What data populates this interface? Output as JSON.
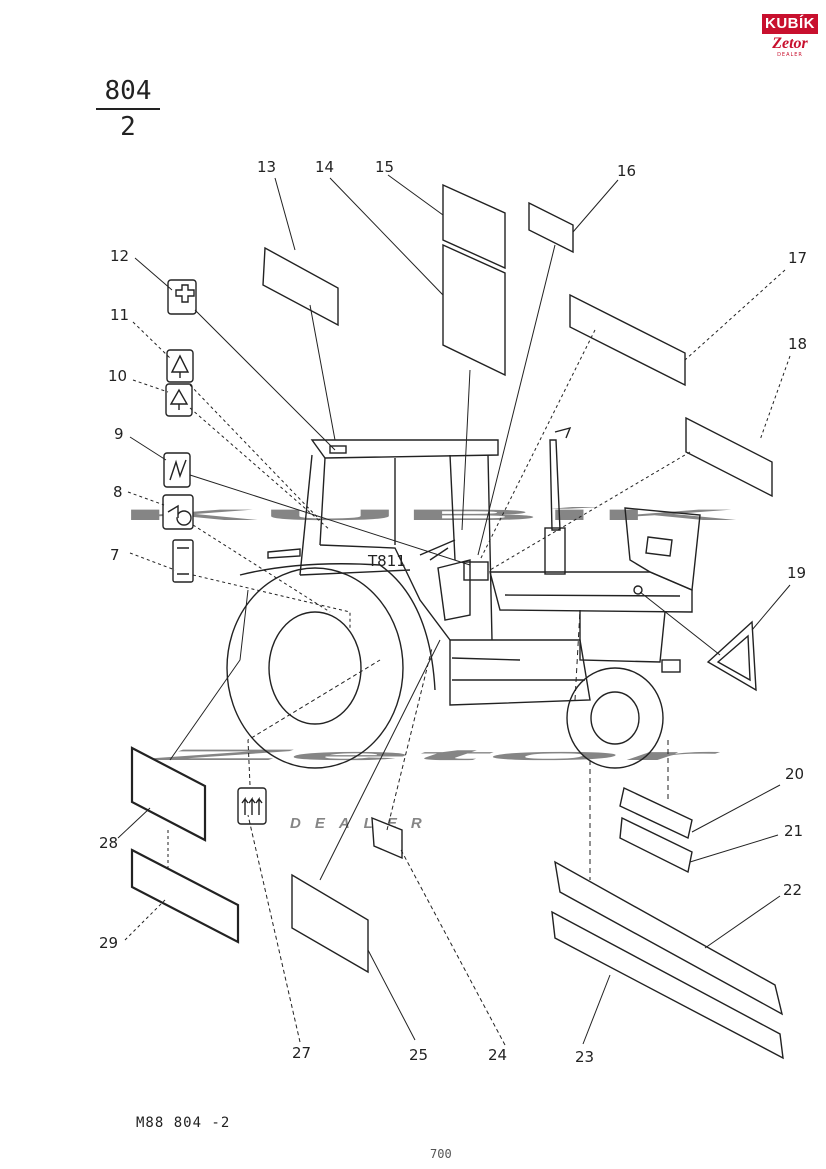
{
  "header": {
    "group_number": "804",
    "group_sub": "2"
  },
  "logo": {
    "brand_top": "KUBÍK",
    "brand_bottom": "Zetor",
    "brand_tag": "DEALER"
  },
  "watermark": {
    "word_top": "KUBÍK",
    "word_mid": "Zetor",
    "word_bottom": "DEALER"
  },
  "cab_marking": "T811",
  "callouts": [
    "7",
    "8",
    "9",
    "10",
    "11",
    "12",
    "13",
    "14",
    "15",
    "16",
    "17",
    "18",
    "19",
    "20",
    "21",
    "22",
    "23",
    "24",
    "25",
    "27",
    "28",
    "29"
  ],
  "footer": {
    "code": "M88  804 -2",
    "page": "700"
  },
  "colors": {
    "line": "#222222",
    "watermark": "#f2c7c7",
    "brand": "#c8102e"
  }
}
